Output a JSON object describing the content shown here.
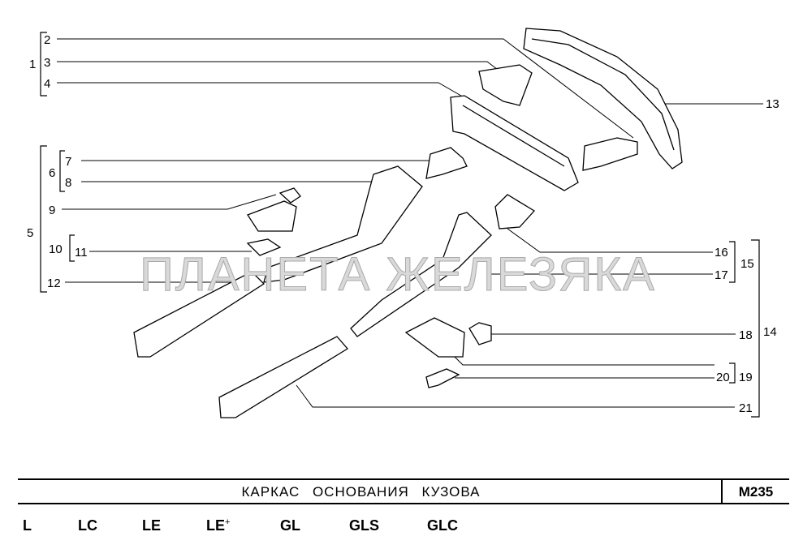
{
  "callouts": [
    "1",
    "2",
    "3",
    "4",
    "5",
    "6",
    "7",
    "8",
    "9",
    "10",
    "11",
    "12",
    "13",
    "14",
    "15",
    "16",
    "17",
    "18",
    "19",
    "20",
    "21"
  ],
  "watermark": "ПЛАНЕТА ЖЕЛЕЗЯКА",
  "title": "КАРКАС ОСНОВАНИЯ КУЗОВА",
  "code": "M235",
  "variants": [
    "L",
    "LC",
    "LE",
    "LE",
    "GL",
    "GLS",
    "GLC"
  ],
  "variant_suffix": "+",
  "colors": {
    "line": "#000000",
    "part_fill": "#ffffff",
    "watermark": "#d9d9d9"
  }
}
